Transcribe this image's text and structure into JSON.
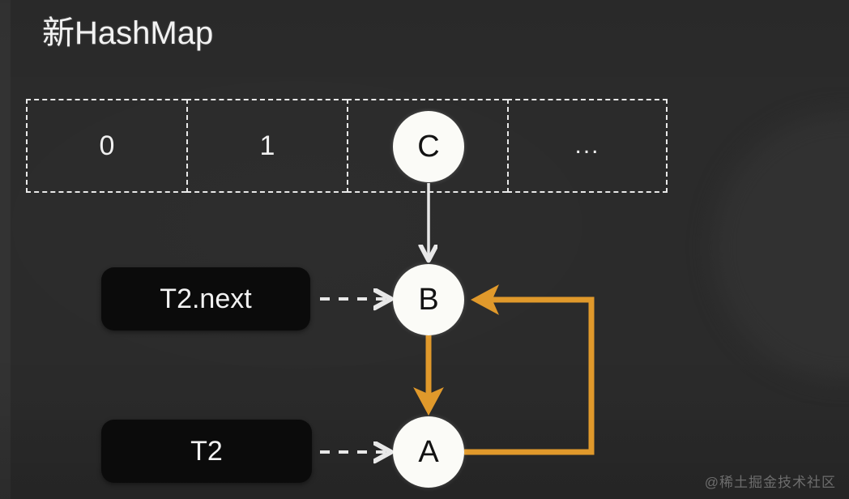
{
  "title": "新HashMap",
  "colors": {
    "background": "#2b2b2b",
    "node_fill": "#fbfbf7",
    "node_text": "#131313",
    "dashed_stroke": "#e8e8e8",
    "white_arrow": "#e8e8e8",
    "orange_arrow": "#e0992b",
    "label_box_fill": "#0b0b0b",
    "label_text": "#f2f2f2",
    "title_text": "#f2f2f2",
    "watermark_text": "#6d6d6d"
  },
  "array": {
    "name": "hashmap-bucket-array",
    "cells": [
      {
        "label": "0",
        "kind": "index"
      },
      {
        "label": "1",
        "kind": "index"
      },
      {
        "label": "",
        "kind": "node-slot"
      },
      {
        "label": "...",
        "kind": "ellipsis"
      }
    ]
  },
  "nodes": [
    {
      "id": "c",
      "label": "C"
    },
    {
      "id": "b",
      "label": "B"
    },
    {
      "id": "a",
      "label": "A"
    }
  ],
  "labels": [
    {
      "id": "t2next",
      "text": "T2.next"
    },
    {
      "id": "t2",
      "text": "T2"
    }
  ],
  "edges": [
    {
      "from": "C",
      "to": "B",
      "style": "solid",
      "color": "#e8e8e8",
      "name": "c-to-b-arrow"
    },
    {
      "from": "T2.next",
      "to": "B",
      "style": "dashed",
      "color": "#e8e8e8",
      "name": "t2next-to-b-arrow"
    },
    {
      "from": "T2",
      "to": "A",
      "style": "dashed",
      "color": "#e8e8e8",
      "name": "t2-to-a-arrow"
    },
    {
      "from": "B",
      "to": "A",
      "style": "solid",
      "color": "#e0992b",
      "name": "b-to-a-arrow"
    },
    {
      "from": "A",
      "to": "B",
      "style": "solid-elbow",
      "color": "#e0992b",
      "name": "a-to-b-loop-arrow"
    }
  ],
  "watermark": "@稀土掘金技术社区"
}
